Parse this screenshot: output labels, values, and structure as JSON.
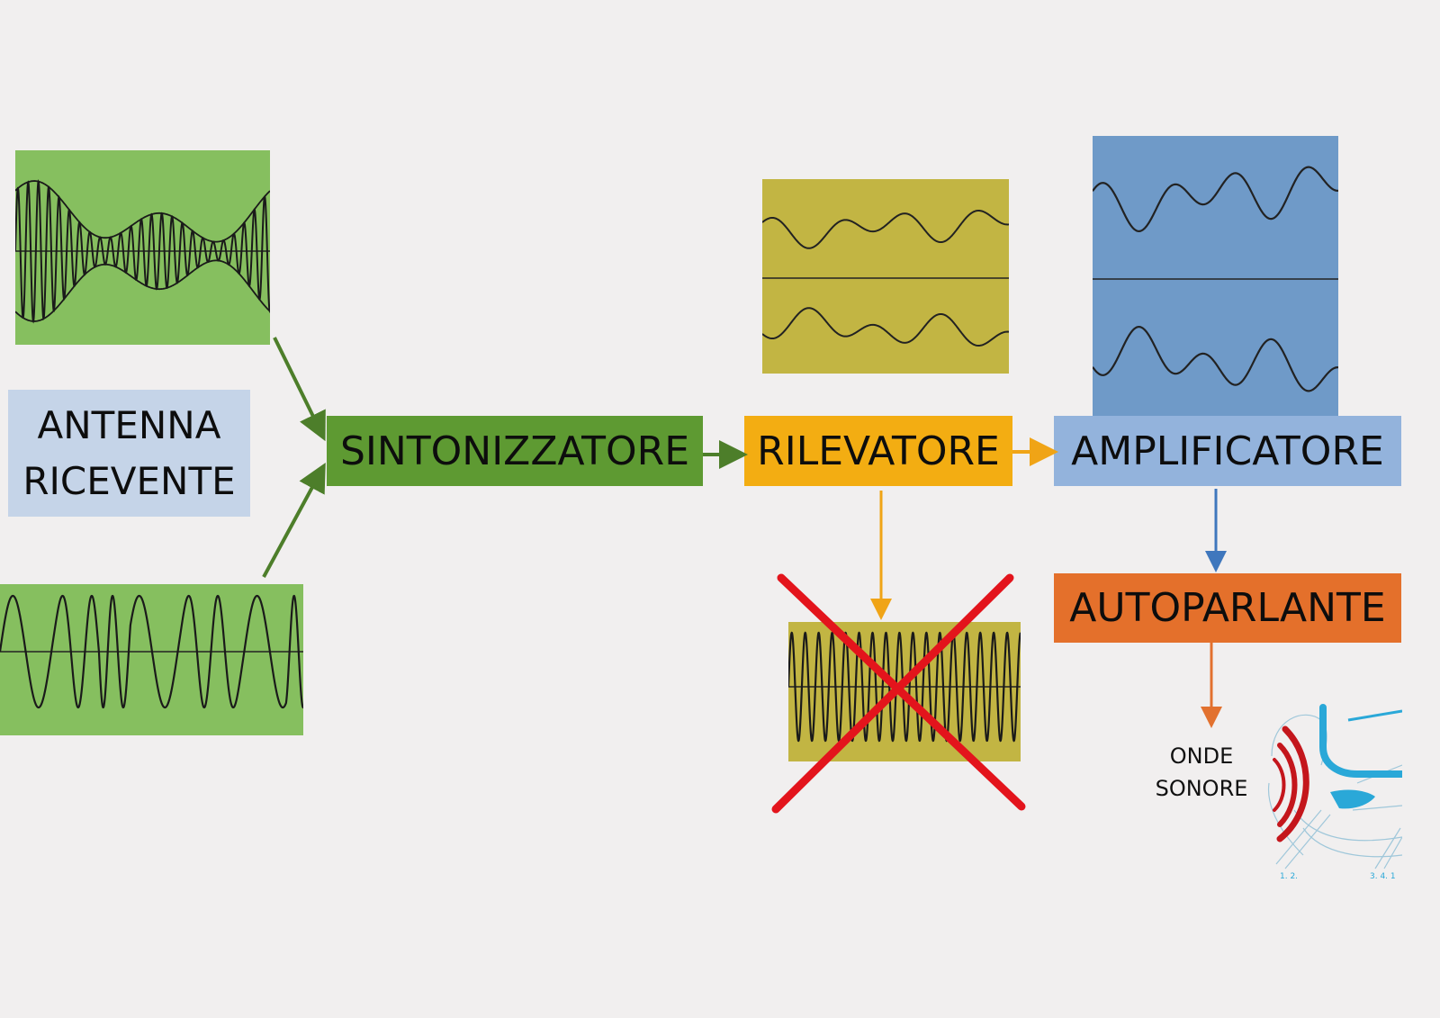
{
  "blocks": {
    "antenna": {
      "line1": "ANTENNA",
      "line2": "RICEVENTE"
    },
    "tuner": "SINTONIZZATORE",
    "detector": "RILEVATORE",
    "amplifier": "AMPLIFICATORE",
    "speaker": "AUTOPARLANTE"
  },
  "sound_waves": {
    "line1": "ONDE",
    "line2": "SONORE"
  },
  "ear_tick_labels": {
    "left": "1. 2.",
    "right": "3. 4. 1"
  },
  "colors": {
    "background": "#f1efef",
    "antenna_block": "#c5d4e8",
    "tuner_block": "#5e9a32",
    "detector_block": "#f3ad12",
    "amplifier_block": "#93b3dc",
    "speaker_block": "#e4702b",
    "am_wave_panel": "#86bf5f",
    "fm_wave_panel": "#86bf5f",
    "detector_wave_panel": "#c2b543",
    "carrier_wave_panel": "#c2b543",
    "amplifier_wave_panel": "#6f9ac8",
    "arrow_green": "#4d7e2a",
    "arrow_orange": "#f0a416",
    "arrow_blue": "#3f77bd",
    "arrow_red_orange": "#e2712f",
    "cross": "#e3141c",
    "sound_arcs": "#c4161c",
    "ear_lines": "#2aa8d8"
  },
  "icons": {
    "cross_mark": "x-mark-icon",
    "ear": "ear-icon"
  }
}
